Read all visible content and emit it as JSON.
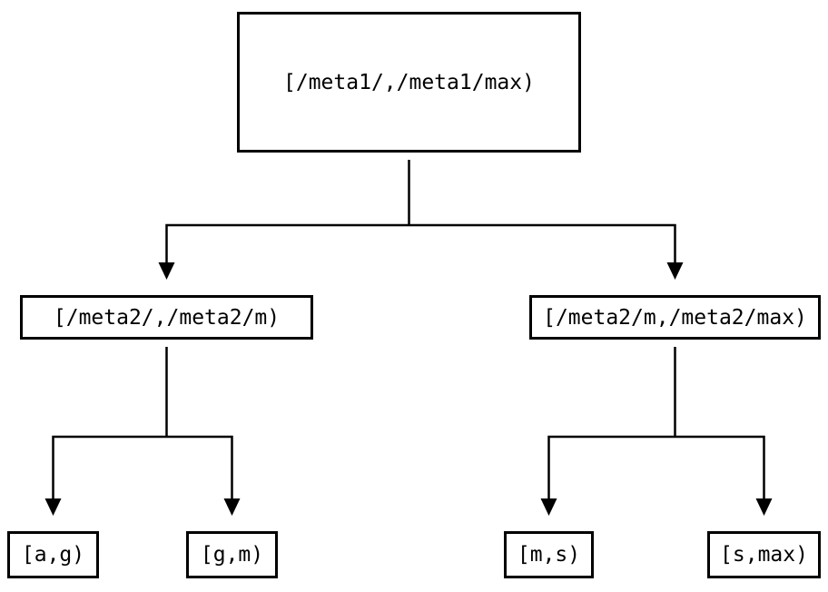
{
  "diagram": {
    "type": "tree",
    "colors": {
      "background": "#ffffff",
      "line": "#000000",
      "text": "#000000"
    },
    "nodes": {
      "root": {
        "label": "[/meta1/,/meta1/max)"
      },
      "left": {
        "label": "[/meta2/,/meta2/m)"
      },
      "right": {
        "label": "[/meta2/m,/meta2/max)"
      },
      "leaf_ag": {
        "label": "[a,g)"
      },
      "leaf_gm": {
        "label": "[g,m)"
      },
      "leaf_ms": {
        "label": "[m,s)"
      },
      "leaf_smax": {
        "label": "[s,max)"
      }
    },
    "edges": [
      {
        "from": "root",
        "to": "left"
      },
      {
        "from": "root",
        "to": "right"
      },
      {
        "from": "left",
        "to": "leaf_ag"
      },
      {
        "from": "left",
        "to": "leaf_gm"
      },
      {
        "from": "right",
        "to": "leaf_ms"
      },
      {
        "from": "right",
        "to": "leaf_smax"
      }
    ]
  }
}
